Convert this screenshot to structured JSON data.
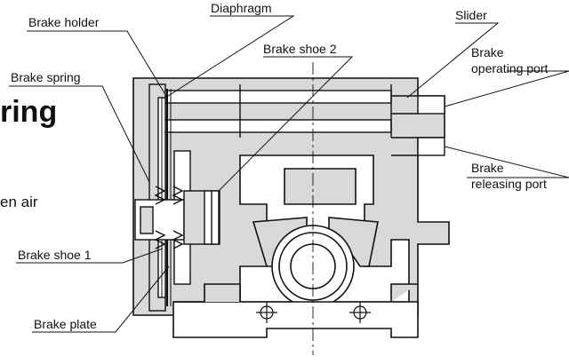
{
  "labels": {
    "brake_holder": "Brake holder",
    "diaphragm": "Diaphragm",
    "slider": "Slider",
    "brake_spring": "Brake spring",
    "brake_shoe_2": "Brake shoe 2",
    "brake_operating_port_line1": "Brake",
    "brake_operating_port_line2": "operating port",
    "brake_releasing_port_line1": "Brake",
    "brake_releasing_port_line2": "releasing port",
    "brake_shoe_1": "Brake shoe 1",
    "brake_plate": "Brake plate"
  },
  "background_text": {
    "heading_fragment": "ring",
    "body_fragment": "en air"
  },
  "colors": {
    "body_fill": "#d9d9d9",
    "outline": "#111111",
    "background": "#ffffff"
  }
}
